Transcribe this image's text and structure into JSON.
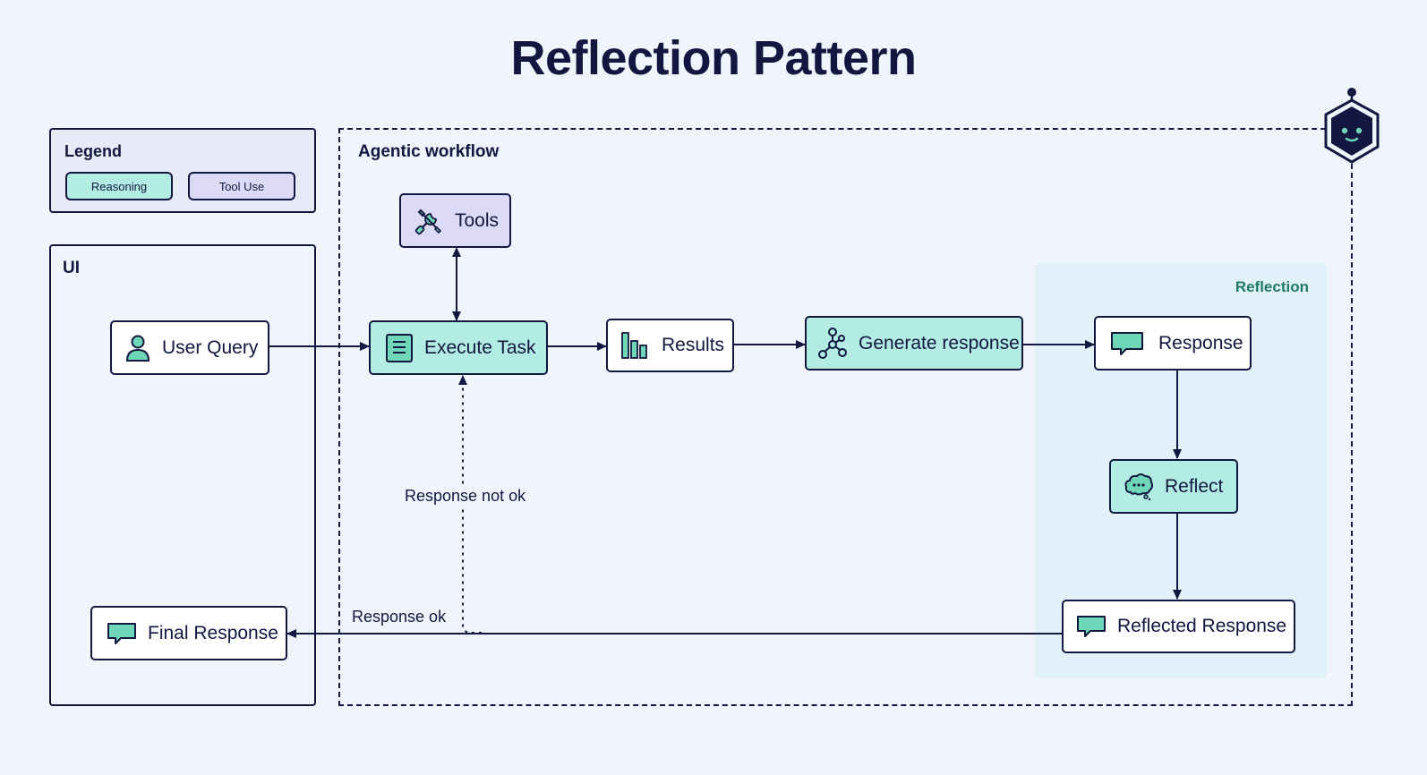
{
  "title": "Reflection Pattern",
  "legend": {
    "heading": "Legend",
    "reasoning": "Reasoning",
    "tool_use": "Tool Use"
  },
  "ui_panel": {
    "heading": "UI"
  },
  "workflow": {
    "heading": "Agentic workflow"
  },
  "reflection": {
    "heading": "Reflection"
  },
  "nodes": {
    "user_query": "User Query",
    "final_response": "Final Response",
    "tools": "Tools",
    "execute_task": "Execute Task",
    "results": "Results",
    "generate_response": "Generate response",
    "response": "Response",
    "reflect": "Reflect",
    "reflected_response": "Reflected Response"
  },
  "edge_labels": {
    "not_ok": "Response not ok",
    "ok": "Response ok"
  },
  "colors": {
    "ink": "#121740",
    "reasoning": "#b2ece3",
    "tool_use": "#dcdaf7",
    "reflection_bg": "#e1f1f9",
    "reflection_label": "#1f7a63",
    "icon_green": "#6fd6b7"
  }
}
